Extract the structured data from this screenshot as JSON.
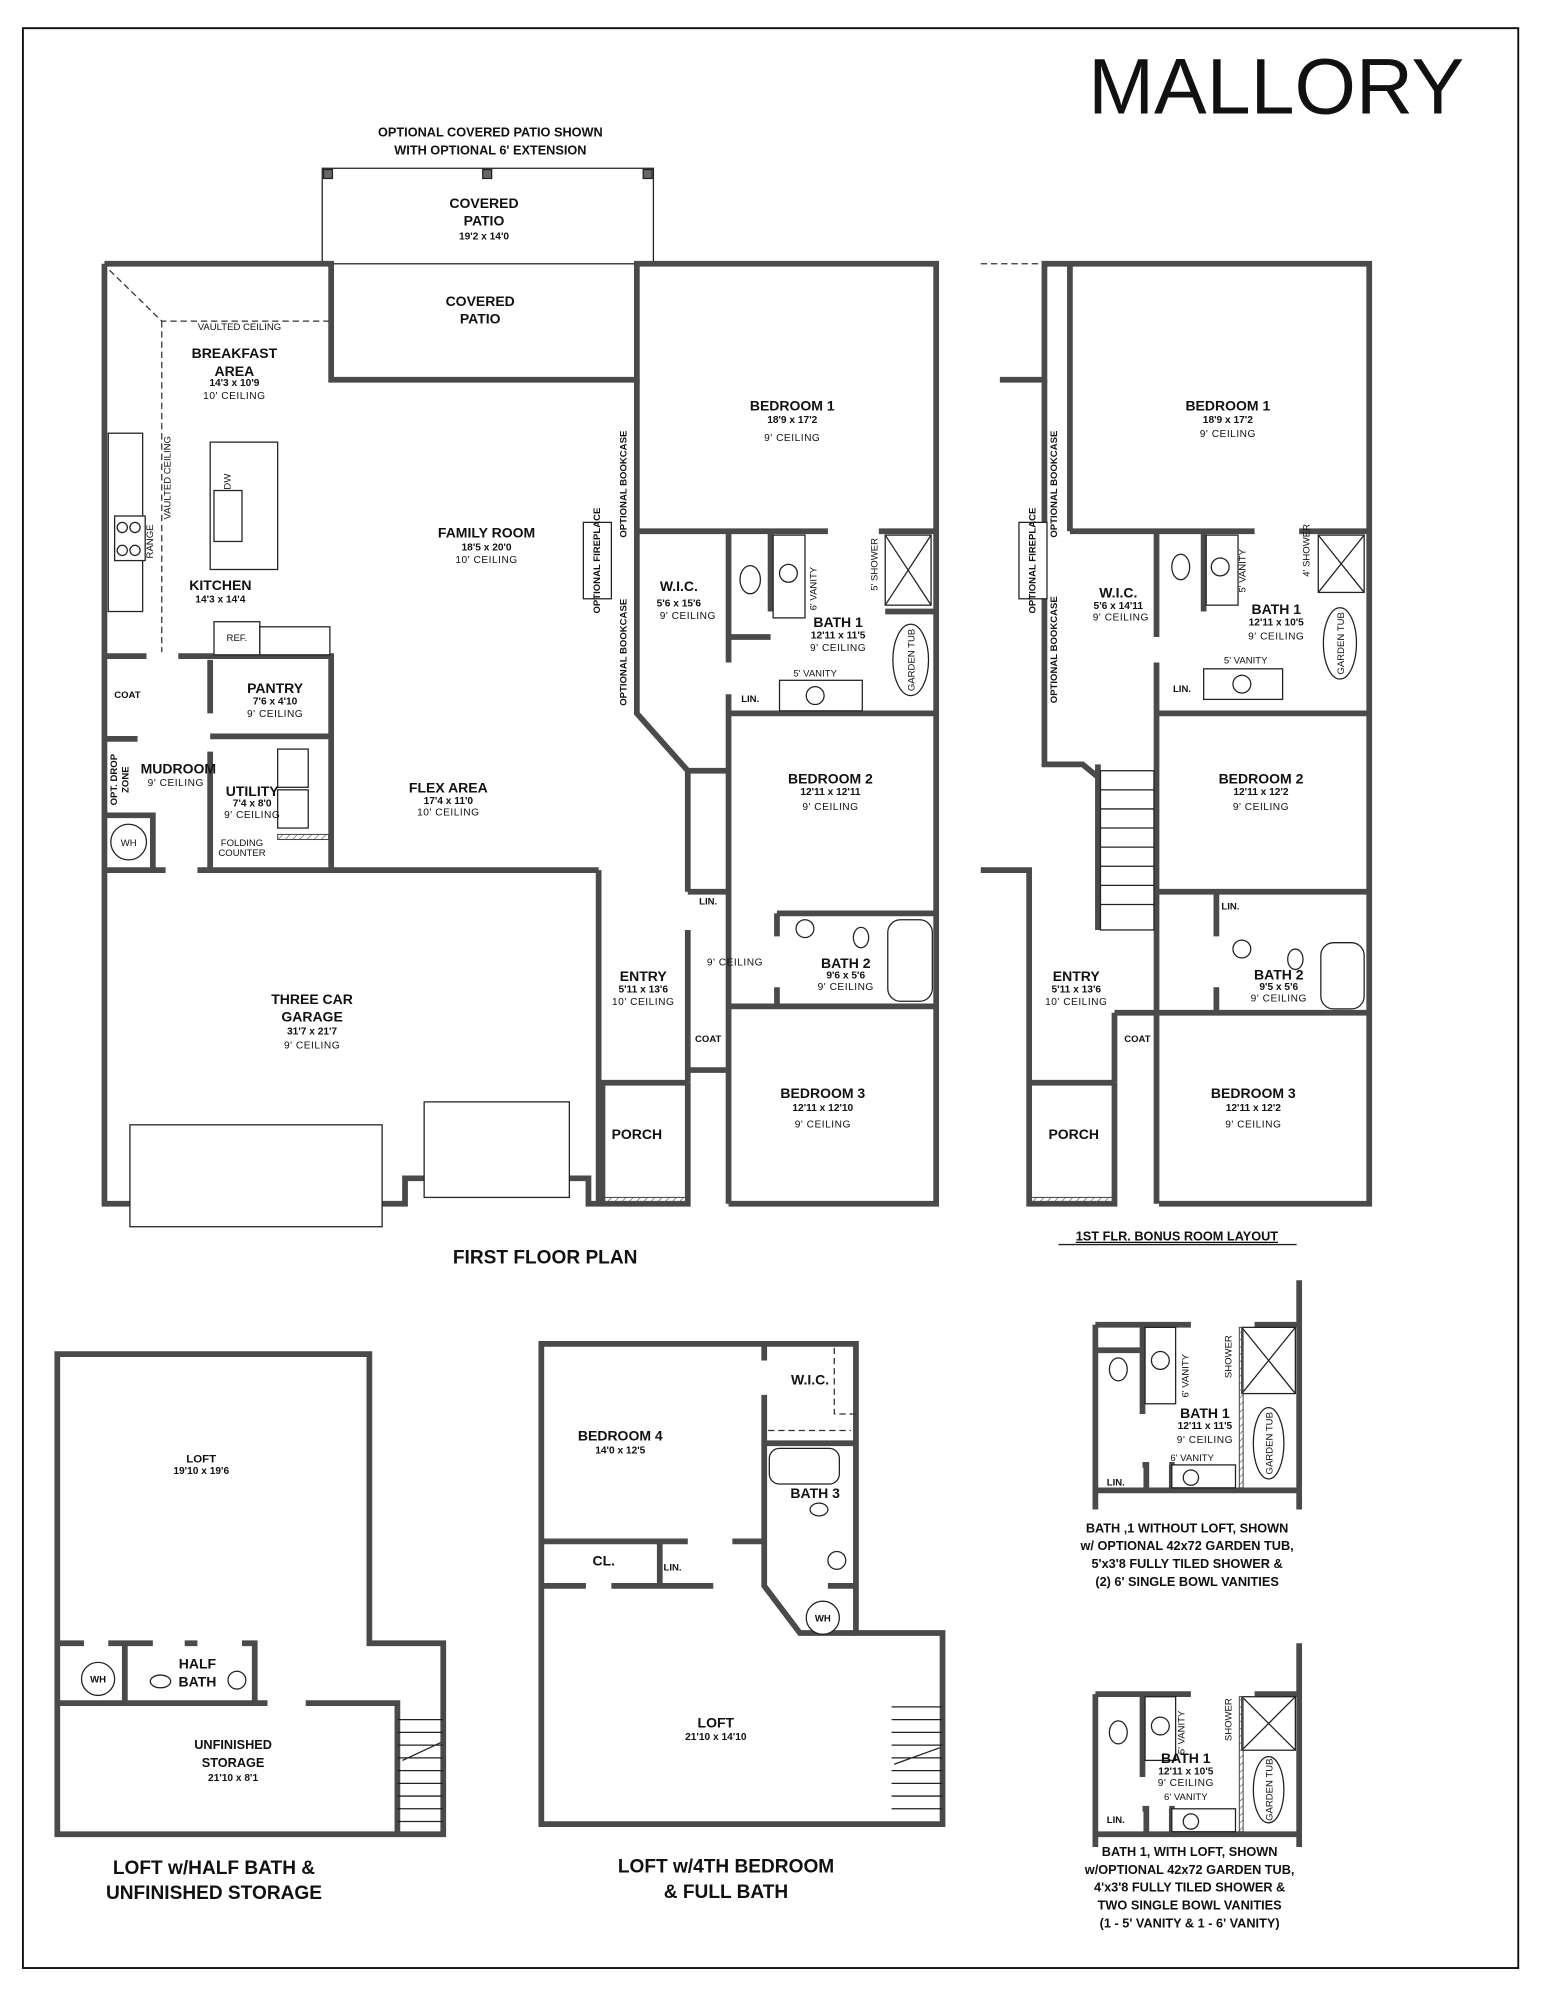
{
  "title": "MALLORY",
  "first_floor": {
    "caption": "FIRST FLOOR PLAN",
    "patio_note": [
      "OPTIONAL COVERED PATIO SHOWN",
      "WITH OPTIONAL 6' EXTENSION"
    ],
    "optional_patio": {
      "name": [
        "COVERED",
        "PATIO"
      ],
      "dims": "19'2 x 14'0"
    },
    "covered_patio": {
      "name": [
        "COVERED",
        "PATIO"
      ]
    },
    "breakfast": {
      "name": [
        "BREAKFAST",
        "AREA"
      ],
      "dims": "14'3 x 10'9",
      "ceiling": "10' CEILING",
      "vaulted": "VAULTED CEILING"
    },
    "vaulted_ceiling": "VAULTED CEILING",
    "kitchen": {
      "name": "KITCHEN",
      "dims": "14'3 x 14'4",
      "dw": "DW",
      "range": "RANGE",
      "ref": "REF."
    },
    "family_room": {
      "name": "FAMILY ROOM",
      "dims": "18'5 x 20'0",
      "ceiling": "10' CEILING"
    },
    "optional_bookcase": "OPTIONAL BOOKCASE",
    "optional_fireplace": "OPTIONAL FIREPLACE",
    "coat": "COAT",
    "pantry": {
      "name": "PANTRY",
      "dims": "7'6 x 4'10",
      "ceiling": "9' CEILING"
    },
    "mudroom": {
      "name": "MUDROOM",
      "ceiling": "9' CEILING",
      "drop_zone": [
        "OPT. DROP",
        "ZONE"
      ]
    },
    "utility": {
      "name": "UTILITY",
      "dims": "7'4 x 8'0",
      "ceiling": "9' CEILING",
      "folding_counter": [
        "FOLDING",
        "COUNTER"
      ]
    },
    "wh": "WH",
    "flex": {
      "name": "FLEX AREA",
      "dims": "17'4 x 11'0",
      "ceiling": "10' CEILING"
    },
    "garage": {
      "name": [
        "THREE CAR",
        "GARAGE"
      ],
      "dims": "31'7 x 21'7",
      "ceiling": "9' CEILING"
    },
    "bedroom1": {
      "name": "BEDROOM 1",
      "dims": "18'9 x 17'2",
      "ceiling": "9' CEILING"
    },
    "wic": {
      "name": "W.I.C.",
      "dims": "5'6 x 15'6",
      "ceiling": "9' CEILING"
    },
    "bath1": {
      "name": "BATH 1",
      "dims": "12'11 x 11'5",
      "ceiling": "9' CEILING",
      "vanity_a": "6' VANITY",
      "shower": "5' SHOWER",
      "tub": "GARDEN TUB",
      "vanity_b": "5' VANITY",
      "lin": "LIN."
    },
    "bedroom2": {
      "name": "BEDROOM 2",
      "dims": "12'11 x 12'11",
      "ceiling": "9' CEILING"
    },
    "hall": {
      "lin": "LIN.",
      "ceiling": "9' CEILING"
    },
    "bath2": {
      "name": "BATH 2",
      "dims": "9'6 x 5'6",
      "ceiling": "9' CEILING"
    },
    "entry": {
      "name": "ENTRY",
      "dims": "5'11 x 13'6",
      "ceiling": "10' CEILING",
      "coat": "COAT"
    },
    "bedroom3": {
      "name": "BEDROOM 3",
      "dims": "12'11 x 12'10",
      "ceiling": "9' CEILING"
    },
    "porch": "PORCH"
  },
  "bonus_layout": {
    "caption": "1ST FLR. BONUS ROOM LAYOUT",
    "optional_bookcase": "OPTIONAL BOOKCASE",
    "optional_fireplace": "OPTIONAL FIREPLACE",
    "bedroom1": {
      "name": "BEDROOM 1",
      "dims": "18'9 x 17'2",
      "ceiling": "9' CEILING"
    },
    "wic": {
      "name": "W.I.C.",
      "dims": "5'6 x 14'11",
      "ceiling": "9' CEILING"
    },
    "bath1": {
      "name": "BATH 1",
      "dims": "12'11 x 10'5",
      "ceiling": "9' CEILING",
      "vanity_a": "5' VANITY",
      "shower": "4' SHOWER",
      "tub": "GARDEN TUB",
      "vanity_b": "5' VANITY",
      "lin": "LIN."
    },
    "bedroom2": {
      "name": "BEDROOM 2",
      "dims": "12'11 x 12'2",
      "ceiling": "9' CEILING"
    },
    "lin": "LIN.",
    "bath2": {
      "name": "BATH 2",
      "dims": "9'5 x 5'6",
      "ceiling": "9' CEILING"
    },
    "entry": {
      "name": "ENTRY",
      "dims": "5'11 x 13'6",
      "ceiling": "10' CEILING",
      "coat": "COAT"
    },
    "bedroom3": {
      "name": "BEDROOM 3",
      "dims": "12'11 x 12'2",
      "ceiling": "9' CEILING"
    },
    "porch": "PORCH"
  },
  "loft_half_bath": {
    "caption": [
      "LOFT w/HALF BATH &",
      "UNFINISHED STORAGE"
    ],
    "loft": {
      "name": "LOFT",
      "dims": "19'10 x 19'6"
    },
    "wh": "WH",
    "half_bath": [
      "HALF",
      "BATH"
    ],
    "storage": {
      "name": [
        "UNFINISHED",
        "STORAGE"
      ],
      "dims": "21'10 x 8'1"
    }
  },
  "loft_bedroom": {
    "caption": [
      "LOFT w/4TH BEDROOM",
      "& FULL BATH"
    ],
    "bedroom4": {
      "name": "BEDROOM 4",
      "dims": "14'0 x 12'5"
    },
    "wic": "W.I.C.",
    "bath3": "BATH 3",
    "cl": "CL.",
    "lin": "LIN.",
    "wh": "WH",
    "loft": {
      "name": "LOFT",
      "dims": "21'10 x 14'10"
    }
  },
  "bath_without_loft": {
    "name": "BATH 1",
    "dims": "12'11 x 11'5",
    "ceiling": "9' CEILING",
    "vanity_a": "6' VANITY",
    "vanity_b": "6' VANITY",
    "shower": "SHOWER",
    "tub": "GARDEN TUB",
    "lin": "LIN.",
    "caption": [
      "BATH ,1 WITHOUT LOFT, SHOWN",
      "w/ OPTIONAL 42x72 GARDEN TUB,",
      "5'x3'8 FULLY TILED SHOWER &",
      "(2) 6' SINGLE BOWL VANITIES"
    ]
  },
  "bath_with_loft": {
    "name": "BATH 1",
    "dims": "12'11 x 10'5",
    "ceiling": "9' CEILING",
    "vanity_a": "5' VANITY",
    "vanity_b": "6' VANITY",
    "shower": "SHOWER",
    "tub": "GARDEN TUB",
    "lin": "LIN.",
    "caption": [
      "BATH 1, WITH LOFT, SHOWN",
      "w/OPTIONAL 42x72 GARDEN TUB,",
      "4'x3'8 FULLY TILED SHOWER &",
      "TWO SINGLE BOWL VANITIES",
      "(1 - 5' VANITY & 1 - 6' VANITY)"
    ]
  }
}
